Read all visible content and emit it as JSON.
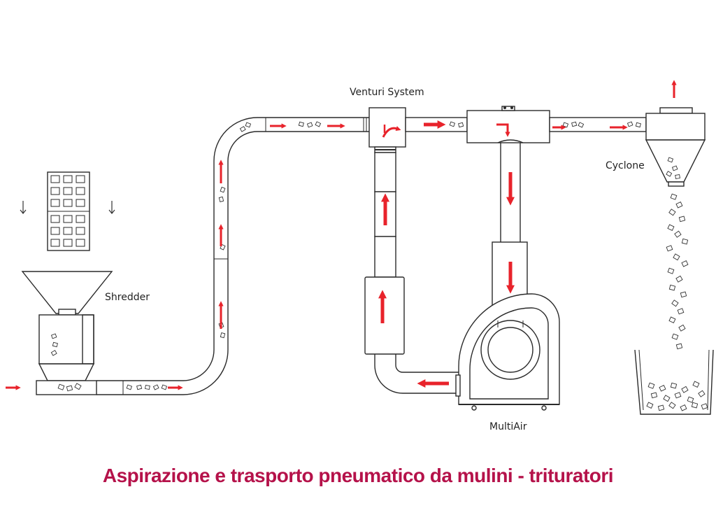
{
  "labels": {
    "venturi": "Venturi System",
    "cyclone": "Cyclone",
    "shredder": "Shredder",
    "multiair": "MultiAir"
  },
  "caption": "Aspirazione e trasporto pneumatico da mulini - trituratori",
  "colors": {
    "arrow": "#e8232b",
    "line": "#2a2a2a",
    "caption": "#b5124a"
  }
}
